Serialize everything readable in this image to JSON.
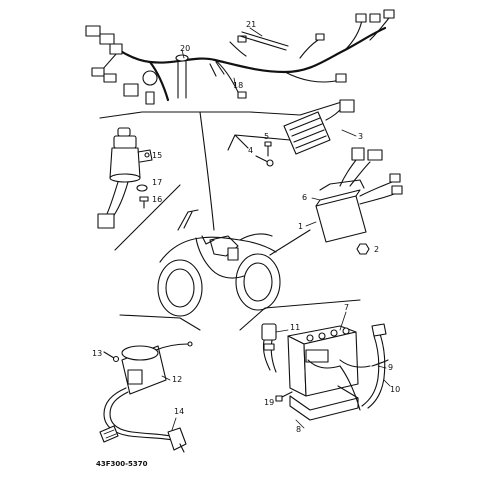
{
  "callouts": {
    "c1": "1",
    "c2": "2",
    "c3": "3",
    "c4": "4",
    "c5": "5",
    "c6": "6",
    "c7": "7",
    "c8": "8",
    "c9": "9",
    "c10": "10",
    "c11": "11",
    "c12": "12",
    "c13": "13",
    "c14": "14",
    "c15": "15",
    "c16": "16",
    "c17": "17",
    "c18": "18",
    "c19": "19",
    "c20": "20",
    "c21": "21"
  },
  "drawing_code": "43F300-5370"
}
